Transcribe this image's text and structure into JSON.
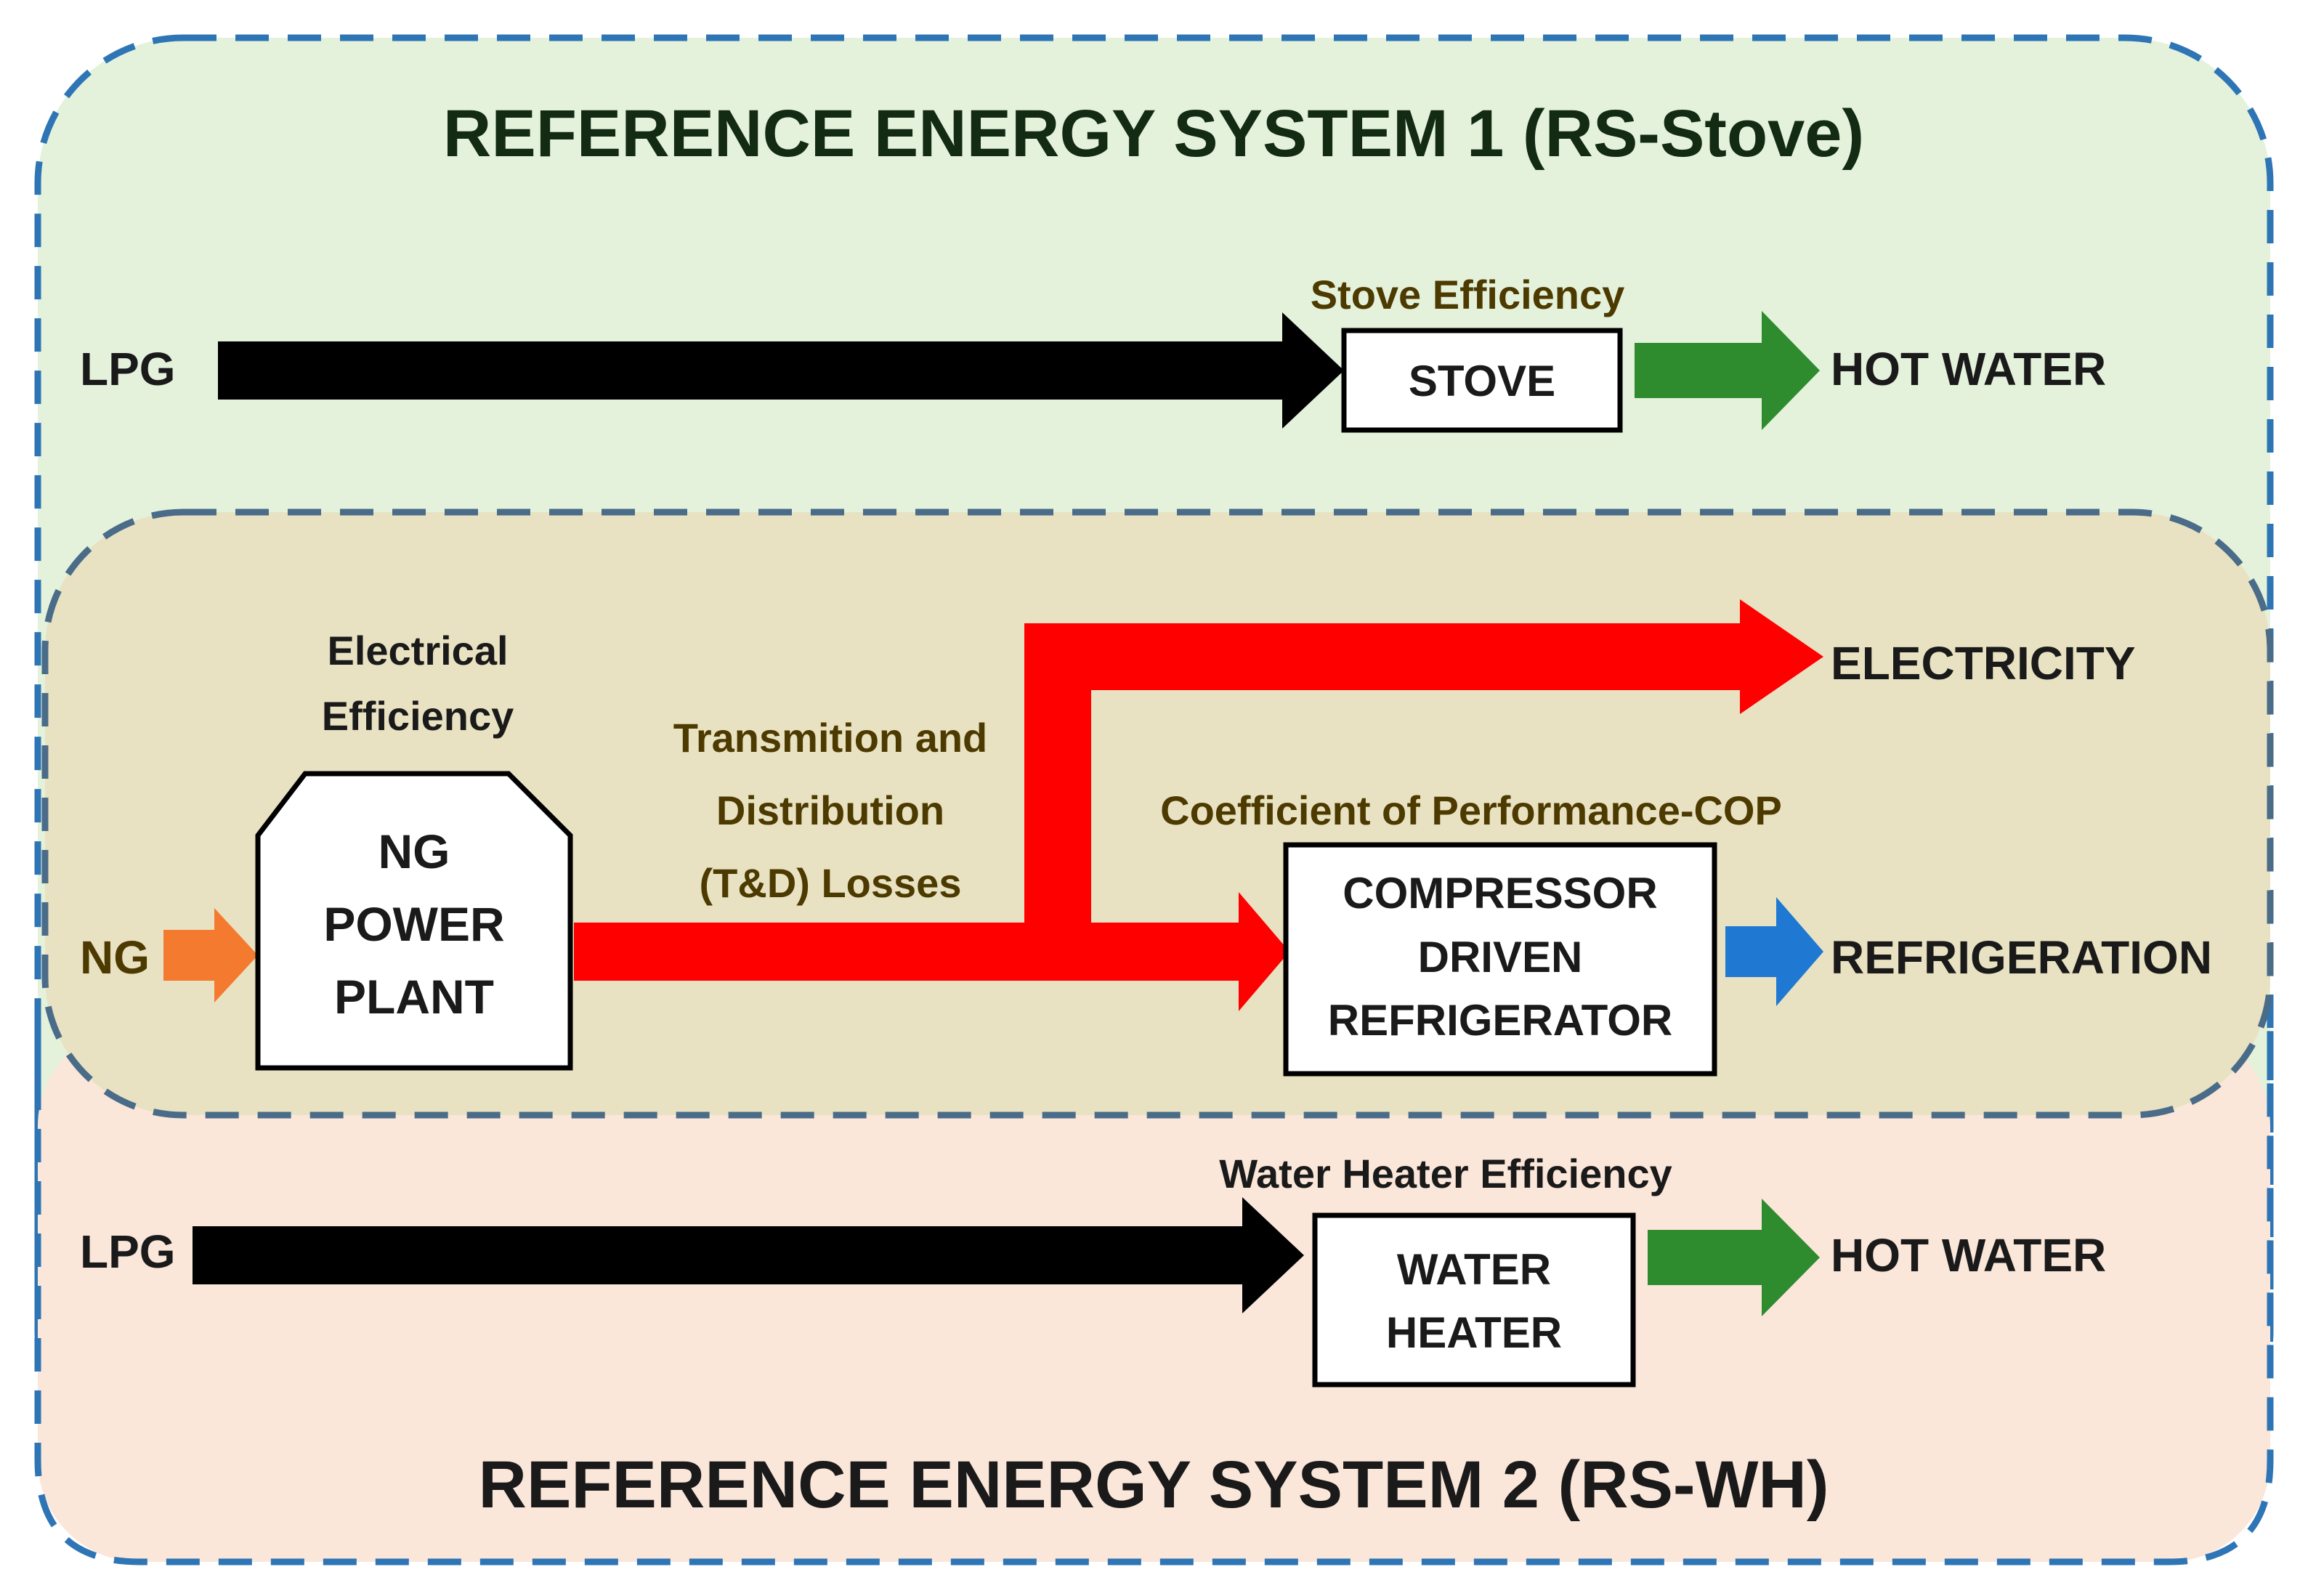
{
  "system1": {
    "title": "REFERENCE ENERGY SYSTEM 1 (RS-Stove)",
    "input": "LPG",
    "efficiency_label": "Stove Efficiency",
    "device": "STOVE",
    "output": "HOT WATER",
    "background": "#e4f2dc"
  },
  "shared": {
    "input": "NG",
    "efficiency_label_line1": "Electrical",
    "efficiency_label_line2": "Efficiency",
    "plant_line1": "NG",
    "plant_line2": "POWER",
    "plant_line3": "PLANT",
    "losses_line1": "Transmition and",
    "losses_line2": "Distribution",
    "losses_line3": "(T&D) Losses",
    "electricity_output": "ELECTRICITY",
    "cop_label": "Coefficient of Performance-COP",
    "device_line1": "COMPRESSOR",
    "device_line2": "DRIVEN",
    "device_line3": "REFRIGERATOR",
    "refrigeration_output": "REFRIGERATION",
    "background": "#e8e2c2"
  },
  "system2": {
    "title": "REFERENCE ENERGY SYSTEM 2 (RS-WH)",
    "input": "LPG",
    "efficiency_label": "Water Heater Efficiency",
    "device_line1": "WATER",
    "device_line2": "HEATER",
    "output": "HOT WATER",
    "background": "#fbe6da"
  },
  "colors": {
    "border_dash": "#2e75b6",
    "lpg_arrow": "#000000",
    "hot_water_arrow": "#2e8b2e",
    "electricity_arrow": "#ff0000",
    "ng_arrow": "#f47a30",
    "refrigeration_arrow": "#1f78d1",
    "text_dark": "#1a1a1a",
    "caption_text": "#4d3a00",
    "title_text": "#132a13"
  }
}
